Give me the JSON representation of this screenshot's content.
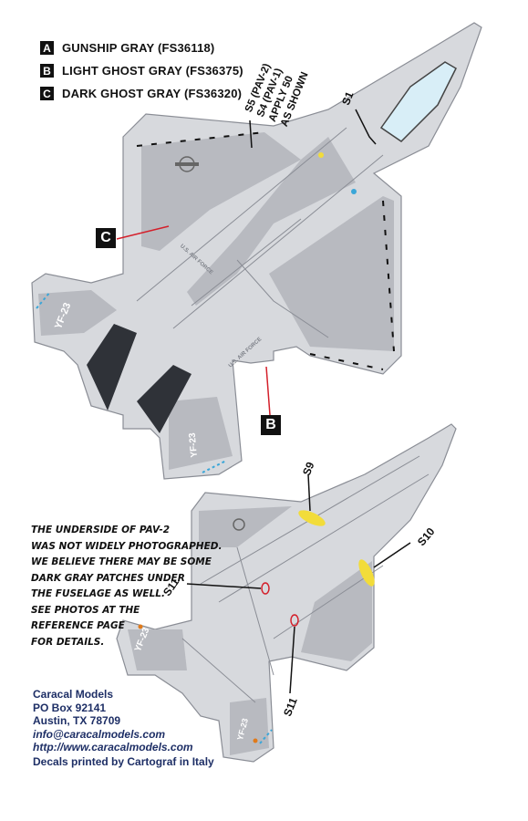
{
  "legend": [
    {
      "key": "A",
      "text": "GUNSHIP GRAY (FS36118)"
    },
    {
      "key": "B",
      "text": "LIGHT GHOST GRAY (FS36375)"
    },
    {
      "key": "C",
      "text": "DARK GHOST GRAY (FS36320)"
    }
  ],
  "callouts": {
    "c": "C",
    "b": "B"
  },
  "top_note": [
    "S5 (PAV-2)",
    "S4 (PAV-1)",
    "APPLY 50",
    "AS SHOWN"
  ],
  "stencils": {
    "s1": "S1",
    "s9": "S9",
    "s10": "S10",
    "s11a": "S11",
    "s11b": "S11"
  },
  "aircraft_markings": {
    "usaf": "U.S. AIR FORCE",
    "serial": "YF-23"
  },
  "note_lines": [
    "The underside of PAV-2",
    "was not widely photographed.",
    "We believe there may be some",
    "dark gray patches under",
    "the fuselage as well.",
    "See photos at the",
    "reference page",
    "for details."
  ],
  "contact": {
    "company": "Caracal Models",
    "po_box": "PO Box 92141",
    "city": "Austin, TX 78709",
    "email": "info@caracalmodels.com",
    "url": "http://www.caracalmodels.com"
  },
  "printed_by": "Decals printed by Cartograf in Italy",
  "colors": {
    "gunship": "#2f3238",
    "light_ghost": "#d7d9dd",
    "dark_ghost": "#b8bac0",
    "red": "#d41f2a",
    "yellow": "#f2dc3a",
    "cyan": "#3aa6d8"
  }
}
